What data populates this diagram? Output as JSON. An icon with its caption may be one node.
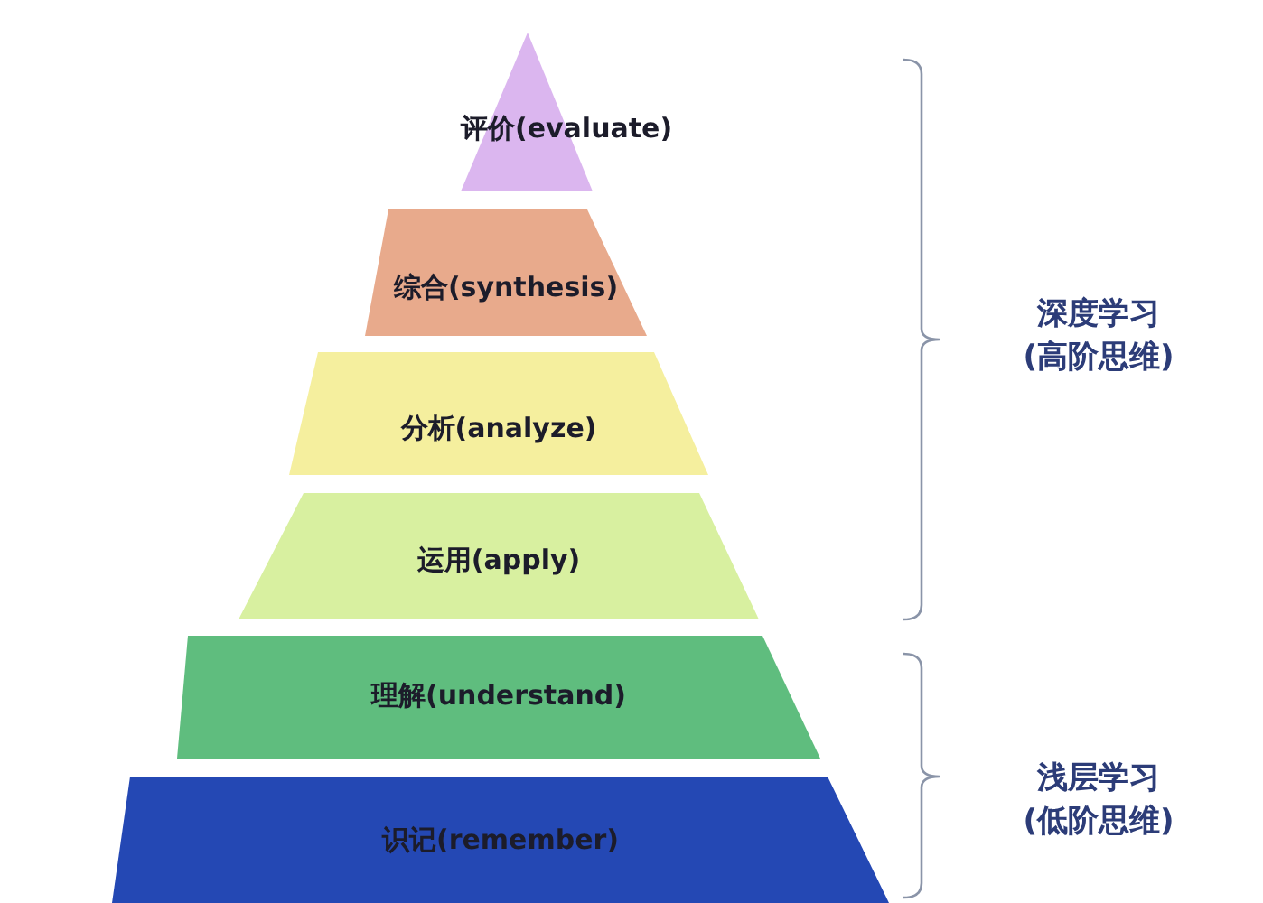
{
  "diagram": {
    "nodes": [
      {
        "text": [
          "评价(evaluate)"
        ]
      },
      {
        "text": [
          "综合(synthesis)"
        ]
      },
      {
        "text": [
          "分析(analyze)"
        ]
      },
      {
        "text": [
          "运用(apply)"
        ]
      },
      {
        "text": [
          "理解(understand)"
        ]
      },
      {
        "text": [
          "识记(remember)"
        ]
      }
    ],
    "labels": [
      "深度学习",
      "(高阶思维)",
      "浅层学习",
      "(低阶思维)"
    ]
  }
}
